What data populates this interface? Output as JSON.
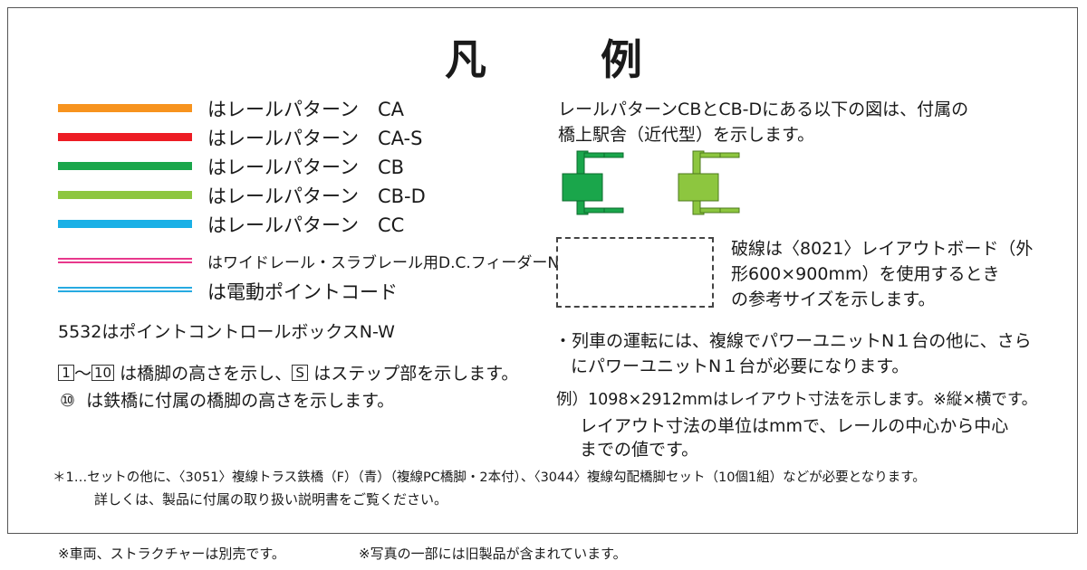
{
  "title": "凡　例",
  "legend": {
    "items": [
      {
        "label": "はレールパターン　CA",
        "color": "#f7931e"
      },
      {
        "label": "はレールパターン　CA-S",
        "color": "#ed1c24"
      },
      {
        "label": "はレールパターン　CB",
        "color": "#1aa64b"
      },
      {
        "label": "はレールパターン　CB-D",
        "color": "#8dc63f"
      },
      {
        "label": "はレールパターン　CC",
        "color": "#1ab0e6"
      }
    ],
    "feeder_label": "はワイドレール・スラブレール用D.C.フィーダーN",
    "feeder_color": "#e8388c",
    "cord_label": "は電動ポイントコード",
    "cord_color": "#27aae1"
  },
  "control_box": "5532はポイントコントロールボックスN-W",
  "pier_note": {
    "box_1": "1",
    "tilde": "～",
    "box_10": "10",
    "text_a": "は橋脚の高さを示し、",
    "box_s": "S",
    "text_b": "はステップ部を示します。"
  },
  "iron_note": {
    "symbol": "⑩",
    "text": "は鉄橋に付属の橋脚の高さを示します。"
  },
  "station_note": {
    "line1": "レールパターンCBとCB-Dにある以下の図は、付属の",
    "line2": "橋上駅舎（近代型）を示します。",
    "icon_colors": [
      "#1aa64b",
      "#8dc63f"
    ]
  },
  "dashed_note": {
    "line1": "破線は〈8021〉レイアウトボード（外",
    "line2": "形600×900mm）を使用するとき",
    "line3": "の参考サイズを示します。"
  },
  "power_note": {
    "line1": "・列車の運転には、複線でパワーユニットN１台の他に、さら",
    "line2": "にパワーユニットN１台が必要になります。"
  },
  "example_note": {
    "line1": "例）1098×2912mmはレイアウト寸法を示します。※縦×横です。",
    "line2": "レイアウト寸法の単位はmmで、レールの中心から中心",
    "line3": "までの値です。"
  },
  "footnote": {
    "line1": "＊1…セットの他に、〈3051〉複線トラス鉄橋（F）（青）（複線PC橋脚・2本付）、〈3044〉複線勾配橋脚セット（10個1組）などが必要となります。",
    "line2": "詳しくは、製品に付属の取り扱い説明書をご覧ください。"
  },
  "bottom_notes": {
    "left": "※車両、ストラクチャーは別売です。",
    "right": "※写真の一部には旧製品が含まれています。"
  }
}
